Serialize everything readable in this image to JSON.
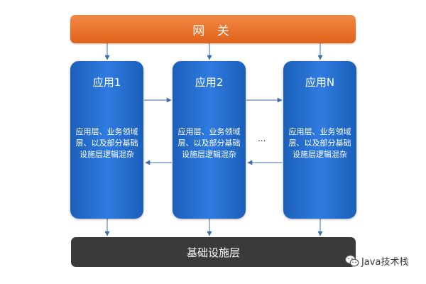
{
  "gateway": {
    "label": "网 关"
  },
  "apps": [
    {
      "title": "应用1",
      "desc_lines": [
        "应用层、业务领域",
        "层、以及部分基础",
        "设施层逻辑混杂"
      ]
    },
    {
      "title": "应用2",
      "desc_lines": [
        "应用层、业务领域",
        "层、以及部分基础",
        "设施层逻辑混杂"
      ]
    },
    {
      "title": "应用N",
      "desc_lines": [
        "应用层、业务领域",
        "层、以及部分基础",
        "设施层逻辑混杂"
      ]
    }
  ],
  "ellipsis": "...",
  "base": {
    "label": "基础设施层"
  },
  "watermark": {
    "text": "Java技术栈",
    "icon": "wechat-icon"
  },
  "colors": {
    "gateway": "#e8702a",
    "app": "#2a6fd0",
    "base": "#3a3a3a",
    "arrow": "#3d6fa8"
  }
}
